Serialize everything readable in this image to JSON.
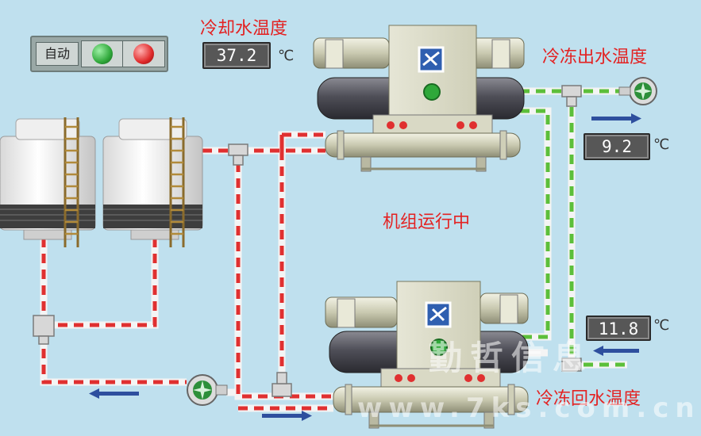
{
  "labels": {
    "cooling_water_temp": "冷却水温度",
    "chilled_out_temp": "冷冻出水温度",
    "chilled_return_temp": "冷冻回水温度",
    "unit_running": "机组运行中"
  },
  "readouts": {
    "cooling_water_value": "37.2",
    "chilled_out_value": "9.2",
    "chilled_return_value": "11.8",
    "unit_symbol": "℃"
  },
  "control_panel": {
    "auto_label": "自动",
    "start_color": "#2fa83a",
    "stop_color": "#e02a2a"
  },
  "watermark": {
    "name": "勤哲信息",
    "url": "www.7ks.com.cn"
  },
  "icons": [
    "cooling-tower-icon",
    "chiller-unit-icon",
    "pump-fan-icon",
    "flow-arrow-icon"
  ],
  "colors": {
    "background": "#bfe0ee",
    "cooling_pipe_dash": "#e03030",
    "chilled_pipe_dash": "#5cbf3a",
    "pipe_base": "#f4f4f4",
    "flow_arrow": "#2e4f9e"
  }
}
